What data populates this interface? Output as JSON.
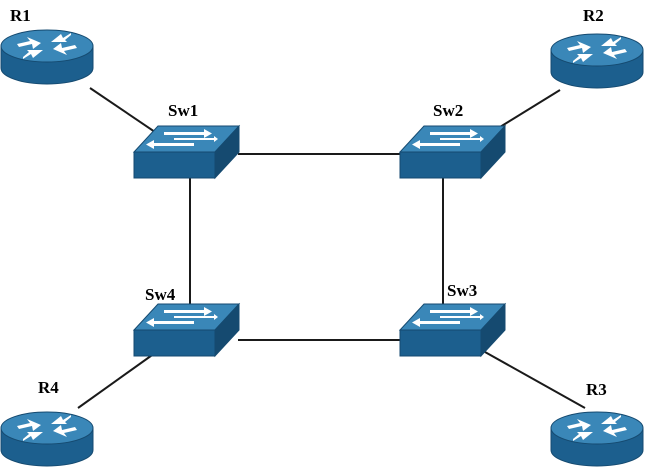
{
  "diagram": {
    "colors": {
      "device_top": "#3a87b8",
      "device_side": "#1c5f8e",
      "device_dark": "#154a70",
      "link": "#1a1a1a",
      "arrow": "#ffffff"
    },
    "nodes": [
      {
        "id": "R1",
        "label": "R1",
        "kind": "router-icon"
      },
      {
        "id": "R2",
        "label": "R2",
        "kind": "router-icon"
      },
      {
        "id": "R3",
        "label": "R3",
        "kind": "router-icon"
      },
      {
        "id": "R4",
        "label": "R4",
        "kind": "router-icon"
      },
      {
        "id": "Sw1",
        "label": "Sw1",
        "kind": "switch-icon"
      },
      {
        "id": "Sw2",
        "label": "Sw2",
        "kind": "switch-icon"
      },
      {
        "id": "Sw3",
        "label": "Sw3",
        "kind": "switch-icon"
      },
      {
        "id": "Sw4",
        "label": "Sw4",
        "kind": "switch-icon"
      }
    ],
    "links": [
      {
        "from": "R1",
        "to": "Sw1"
      },
      {
        "from": "R2",
        "to": "Sw2"
      },
      {
        "from": "R3",
        "to": "Sw3"
      },
      {
        "from": "R4",
        "to": "Sw4"
      },
      {
        "from": "Sw1",
        "to": "Sw2"
      },
      {
        "from": "Sw2",
        "to": "Sw3"
      },
      {
        "from": "Sw3",
        "to": "Sw4"
      },
      {
        "from": "Sw4",
        "to": "Sw1"
      }
    ]
  }
}
